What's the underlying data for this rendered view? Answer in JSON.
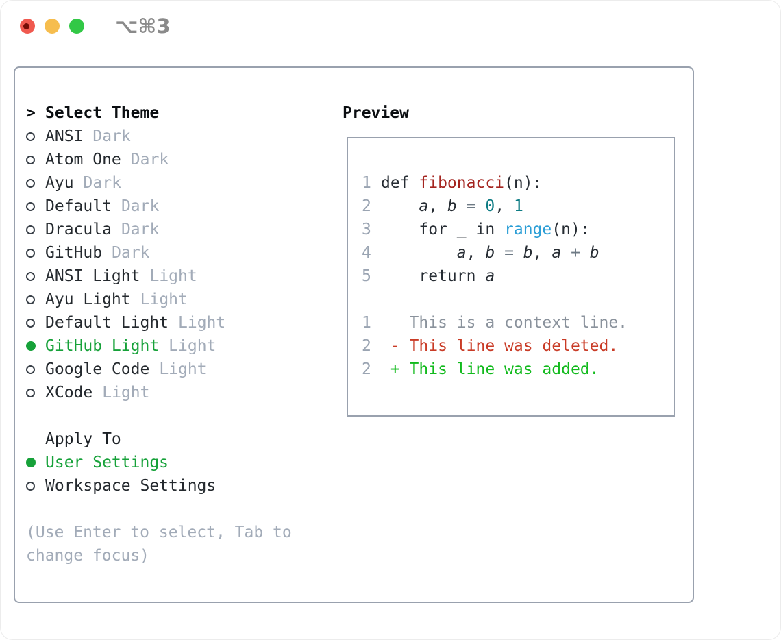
{
  "titlebar": {
    "title": "⌥⌘3",
    "buttons": [
      "close",
      "minimize",
      "zoom"
    ]
  },
  "colors": {
    "accent_green": "#16a139",
    "added_green": "#12ba1d",
    "deleted_red": "#c93b26",
    "function_red": "#a4241f",
    "number_teal": "#0e7c84",
    "call_blue": "#2b9ed6",
    "muted_gray": "#a2abb8",
    "border_gray": "#99a1ae",
    "traffic_red": "#f0594f",
    "traffic_yellow": "#f6bd4e",
    "traffic_green": "#32c846"
  },
  "left": {
    "prompt": ">",
    "title": "Select Theme",
    "themes": [
      {
        "name": "ANSI",
        "tag": "Dark",
        "selected": false
      },
      {
        "name": "Atom One",
        "tag": "Dark",
        "selected": false
      },
      {
        "name": "Ayu",
        "tag": "Dark",
        "selected": false
      },
      {
        "name": "Default",
        "tag": "Dark",
        "selected": false
      },
      {
        "name": "Dracula",
        "tag": "Dark",
        "selected": false
      },
      {
        "name": "GitHub",
        "tag": "Dark",
        "selected": false
      },
      {
        "name": "ANSI Light",
        "tag": "Light",
        "selected": false
      },
      {
        "name": "Ayu Light",
        "tag": "Light",
        "selected": false
      },
      {
        "name": "Default Light",
        "tag": "Light",
        "selected": false
      },
      {
        "name": "GitHub Light",
        "tag": "Light",
        "selected": true
      },
      {
        "name": "Google Code",
        "tag": "Light",
        "selected": false
      },
      {
        "name": "XCode",
        "tag": "Light",
        "selected": false
      }
    ],
    "apply_title": "Apply To",
    "apply_options": [
      {
        "name": "User Settings",
        "selected": true
      },
      {
        "name": "Workspace Settings",
        "selected": false
      }
    ],
    "hint_lines": [
      "(Use Enter to select, Tab to",
      "change focus)"
    ]
  },
  "preview": {
    "title": "Preview",
    "lines": [
      {
        "num": "1",
        "tokens": [
          [
            "k",
            "def "
          ],
          [
            "fn",
            "fibonacci"
          ],
          [
            "p",
            "(n):"
          ]
        ]
      },
      {
        "num": "2",
        "tokens": [
          [
            "p",
            "    "
          ],
          [
            "v",
            "a"
          ],
          [
            "p",
            ", "
          ],
          [
            "v",
            "b"
          ],
          [
            "p",
            " "
          ],
          [
            "o",
            "="
          ],
          [
            "p",
            " "
          ],
          [
            "n",
            "0"
          ],
          [
            "p",
            ", "
          ],
          [
            "n",
            "1"
          ]
        ]
      },
      {
        "num": "3",
        "tokens": [
          [
            "p",
            "    for _ in "
          ],
          [
            "c",
            "range"
          ],
          [
            "p",
            "(n):"
          ]
        ]
      },
      {
        "num": "4",
        "tokens": [
          [
            "p",
            "        "
          ],
          [
            "v",
            "a"
          ],
          [
            "p",
            ", "
          ],
          [
            "v",
            "b"
          ],
          [
            "p",
            " "
          ],
          [
            "o",
            "="
          ],
          [
            "p",
            " "
          ],
          [
            "v",
            "b"
          ],
          [
            "p",
            ", "
          ],
          [
            "v",
            "a"
          ],
          [
            "p",
            " "
          ],
          [
            "o",
            "+"
          ],
          [
            "p",
            " "
          ],
          [
            "v",
            "b"
          ]
        ]
      },
      {
        "num": "5",
        "tokens": [
          [
            "p",
            "    return "
          ],
          [
            "v",
            "a"
          ]
        ]
      },
      {
        "num": "",
        "tokens": []
      },
      {
        "num": "1",
        "tokens": [
          [
            "ctx",
            "   This is a context line."
          ]
        ]
      },
      {
        "num": "2",
        "tokens": [
          [
            "del",
            " - This line was deleted."
          ]
        ]
      },
      {
        "num": "2",
        "tokens": [
          [
            "add",
            " + This line was added."
          ]
        ]
      }
    ]
  }
}
